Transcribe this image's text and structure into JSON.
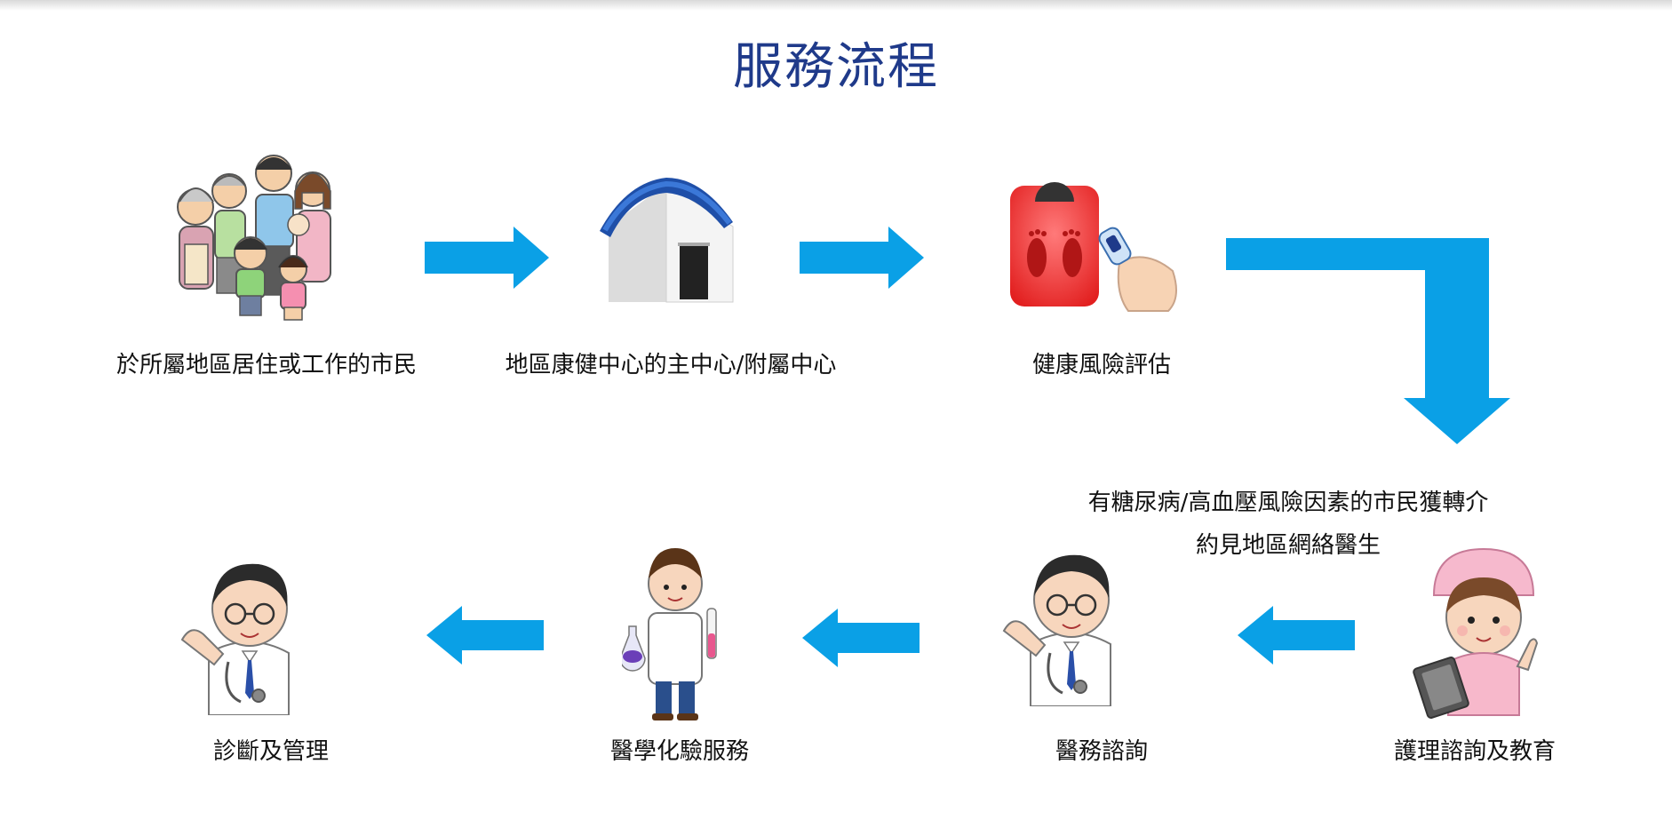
{
  "title": "服務流程",
  "steps": [
    {
      "label": "於所屬地區居住或工作的市民",
      "icon": "family-icon"
    },
    {
      "label": "地區康健中心的主中心/附屬中心",
      "icon": "house-icon"
    },
    {
      "label": "健康風險評估",
      "icon": "scale-and-oximeter-icon"
    },
    {
      "label": "護理諮詢及教育",
      "icon": "nurse-icon"
    },
    {
      "label": "醫務諮詢",
      "icon": "doctor-icon"
    },
    {
      "label": "醫學化驗服務",
      "icon": "lab-scientist-icon"
    },
    {
      "label": "診斷及管理",
      "icon": "doctor-icon"
    }
  ],
  "referral_note": {
    "line1": "有糖尿病/高血壓風險因素的市民獲轉介",
    "line2": "約見地區網絡醫生"
  },
  "colors": {
    "title": "#1f3a8a",
    "arrow": "#0aa0e6"
  }
}
